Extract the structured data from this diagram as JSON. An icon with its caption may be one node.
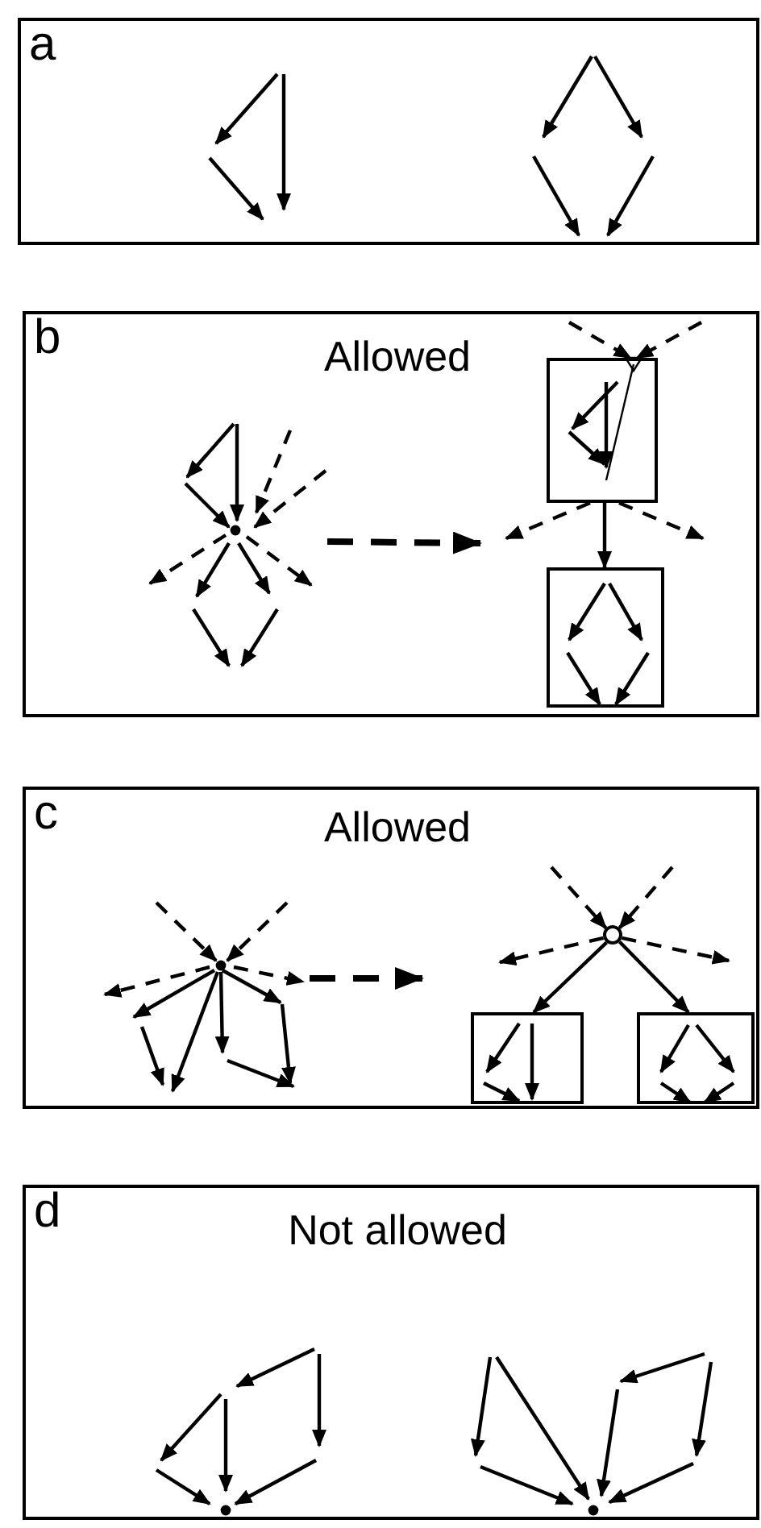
{
  "diagram": {
    "nodes": [
      {
        "text": [
          "a"
        ]
      },
      {
        "text": [
          "b",
          "Allowed"
        ]
      },
      {
        "text": [],
        "shape": "picture",
        "in": 1
      },
      {
        "text": [],
        "shape": "box",
        "in": 1
      },
      {
        "text": [],
        "shape": "box",
        "in": 1
      },
      {
        "text": [
          "c",
          "Allowed"
        ]
      },
      {
        "text": [],
        "shape": "picture",
        "in": 5
      },
      {
        "text": [],
        "shape": "circle",
        "in": 5
      },
      {
        "text": [],
        "shape": "box",
        "in": 5
      },
      {
        "text": [],
        "shape": "box",
        "in": 5
      },
      {
        "text": [
          "d",
          "Not allowed"
        ]
      }
    ],
    "edges": [
      {
        "from": 2,
        "to": null,
        "arrow": "to",
        "style": "dashed"
      },
      {
        "from": null,
        "to": 3,
        "arrow": "to",
        "style": "dashed"
      },
      {
        "from": null,
        "to": 3,
        "arrow": "to",
        "style": "dashed"
      },
      {
        "from": 3,
        "to": null,
        "arrow": "to",
        "style": "dashed"
      },
      {
        "from": 3,
        "to": 4,
        "arrow": "to"
      },
      {
        "from": 3,
        "to": null,
        "arrow": "to",
        "style": "dashed"
      },
      {
        "from": 6,
        "to": null,
        "arrow": "to",
        "style": "dashed"
      },
      {
        "from": null,
        "to": 7,
        "arrow": "to",
        "style": "dashed"
      },
      {
        "from": null,
        "to": 7,
        "arrow": "to",
        "style": "dashed"
      },
      {
        "from": 7,
        "to": null,
        "arrow": "to",
        "style": "dashed"
      },
      {
        "from": 7,
        "to": null,
        "arrow": "to",
        "style": "dashed"
      },
      {
        "from": 7,
        "to": 8,
        "arrow": "to"
      },
      {
        "from": 7,
        "to": 9,
        "arrow": "to"
      }
    ]
  }
}
